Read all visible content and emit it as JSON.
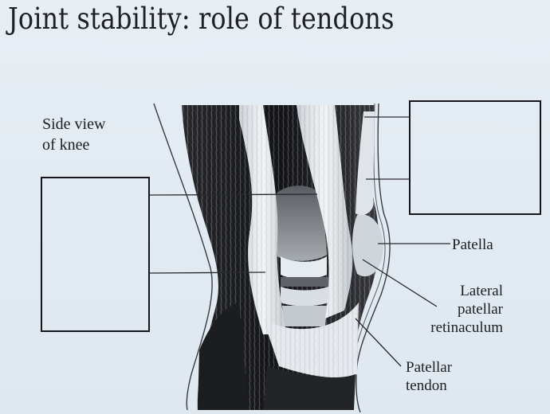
{
  "title": "Joint stability: role of tendons",
  "figure": {
    "view_label_line1": "Side view",
    "view_label_line2": "of knee",
    "labels": {
      "patella": "Patella",
      "lateral_line1": "Lateral",
      "lateral_line2": "patellar",
      "lateral_line3": "retinaculum",
      "tendon_line1": "Patellar",
      "tendon_line2": "tendon"
    },
    "answer_boxes": [
      {
        "id": "left",
        "content": ""
      },
      {
        "id": "right",
        "content": ""
      }
    ]
  },
  "colors": {
    "paper": "#e3ebf1",
    "ink": "#1b1c22",
    "tendon_light": "#eef2f5",
    "muscle_dark": "#1a1a1e"
  }
}
